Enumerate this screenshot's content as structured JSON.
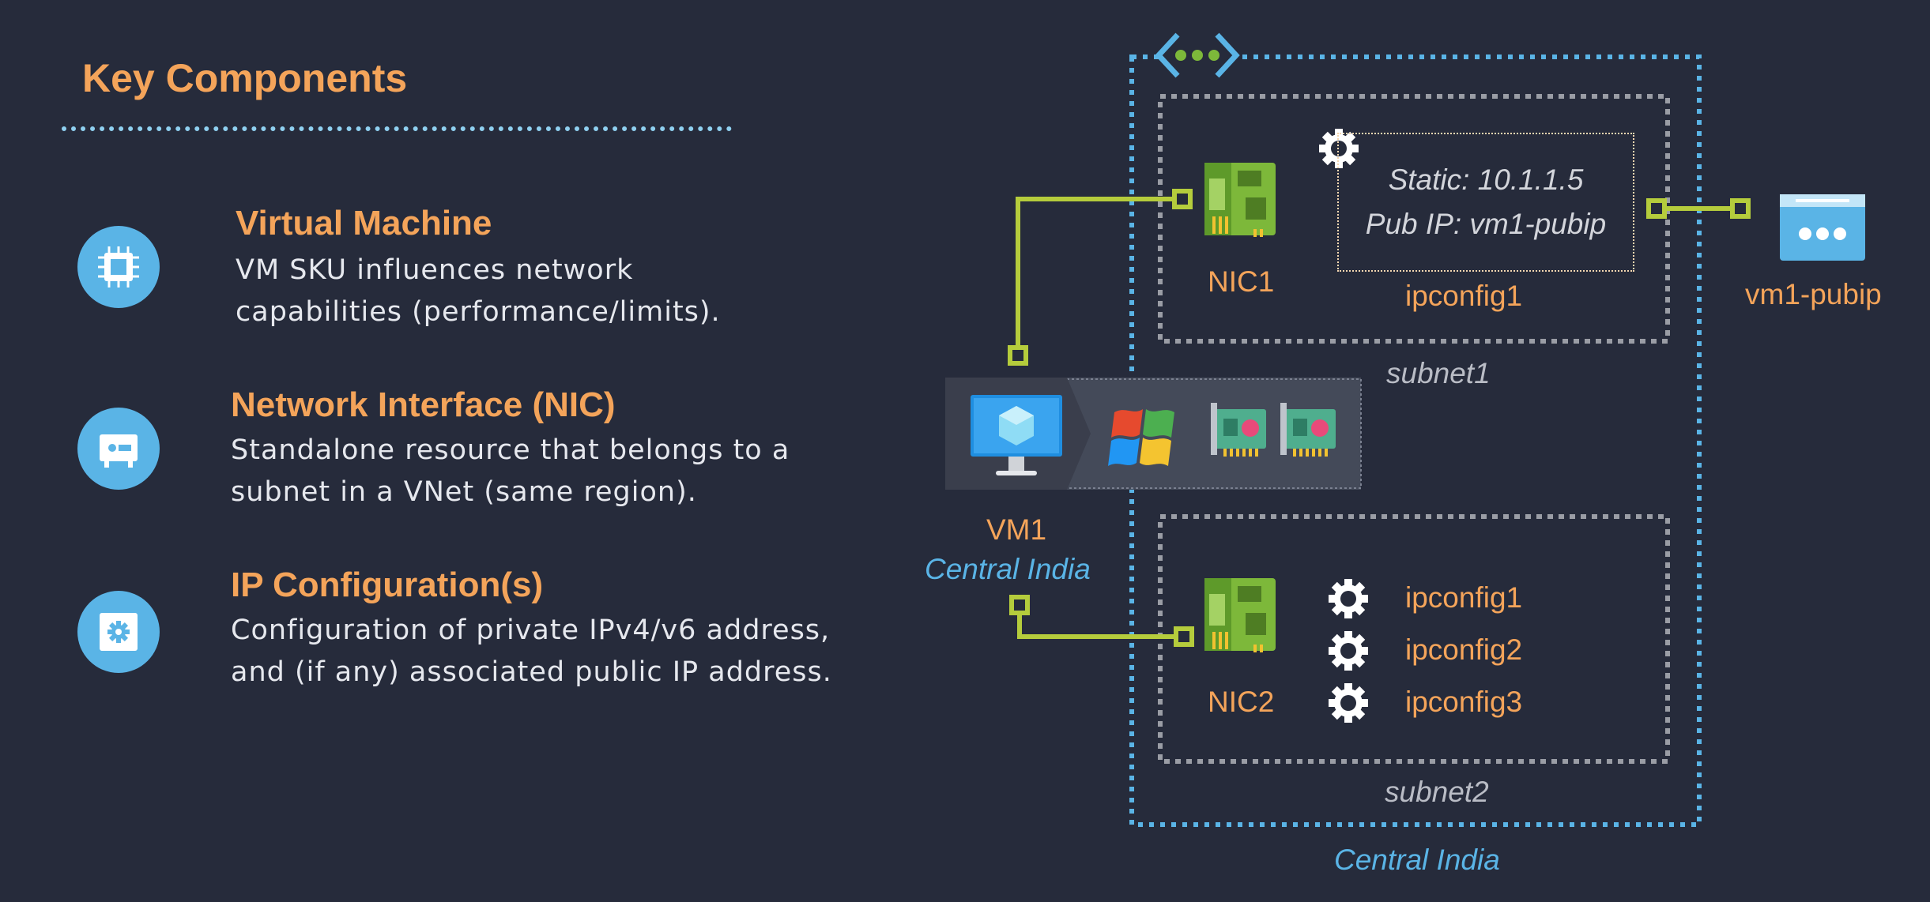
{
  "left_panel": {
    "title": "Key Components",
    "components": [
      {
        "icon": "cpu-chip-icon",
        "title": "Virtual Machine",
        "lines": [
          "VM SKU influences network",
          "capabilities (performance/limits)."
        ]
      },
      {
        "icon": "network-card-icon",
        "title": "Network Interface (NIC)",
        "lines": [
          "Standalone resource that belongs to a",
          "subnet in a VNet (same region)."
        ]
      },
      {
        "icon": "config-gear-icon",
        "title": "IP Configuration(s)",
        "lines": [
          "Configuration of private IPv4/v6 address,",
          "and (if any) associated public IP address."
        ]
      }
    ]
  },
  "diagram": {
    "vnet_region": "Central India",
    "subnet1": {
      "label": "subnet1",
      "nic": "NIC1",
      "ipconfig": "ipconfig1",
      "static_ip": "Static: 10.1.1.5",
      "public_ip": "Pub IP: vm1-pubip"
    },
    "subnet2": {
      "label": "subnet2",
      "nic": "NIC2",
      "ipconfigs": [
        "ipconfig1",
        "ipconfig2",
        "ipconfig3"
      ]
    },
    "vm": {
      "name": "VM1",
      "region": "Central India"
    },
    "public_ip_resource": "vm1-pubip"
  },
  "colors": {
    "background": "#262b3b",
    "accent_orange": "#f4a45a",
    "azure_blue": "#5ab4e6",
    "connector_green": "#b5cc3c",
    "subnet_border": "#9a9da5"
  }
}
